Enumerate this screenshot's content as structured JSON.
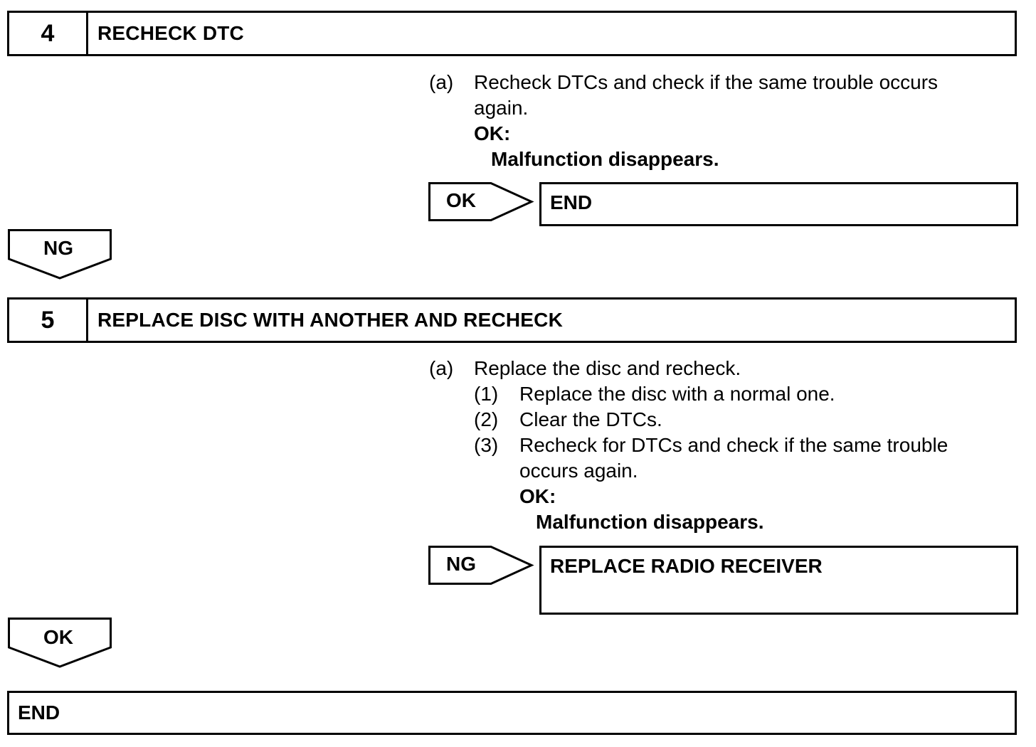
{
  "step4": {
    "number": "4",
    "title": "RECHECK DTC",
    "item_a_marker": "(a)",
    "item_a_line1": "Recheck DTCs and check if the same trouble occurs",
    "item_a_line2": "again.",
    "ok_heading": "OK:",
    "ok_condition": "Malfunction disappears.",
    "branch_tag": "OK",
    "branch_result": "END",
    "down_tag": "NG"
  },
  "step5": {
    "number": "5",
    "title": "REPLACE DISC WITH ANOTHER AND RECHECK",
    "item_a_marker": "(a)",
    "item_a_text": "Replace the disc and recheck.",
    "sub1_marker": "(1)",
    "sub1_text": "Replace the disc with a normal one.",
    "sub2_marker": "(2)",
    "sub2_text": "Clear the DTCs.",
    "sub3_marker": "(3)",
    "sub3_line1": "Recheck for DTCs and check if the same trouble",
    "sub3_line2": "occurs again.",
    "ok_heading": "OK:",
    "ok_condition": "Malfunction disappears.",
    "branch_tag": "NG",
    "branch_result": "REPLACE RADIO RECEIVER",
    "down_tag": "OK"
  },
  "final": {
    "label": "END"
  }
}
